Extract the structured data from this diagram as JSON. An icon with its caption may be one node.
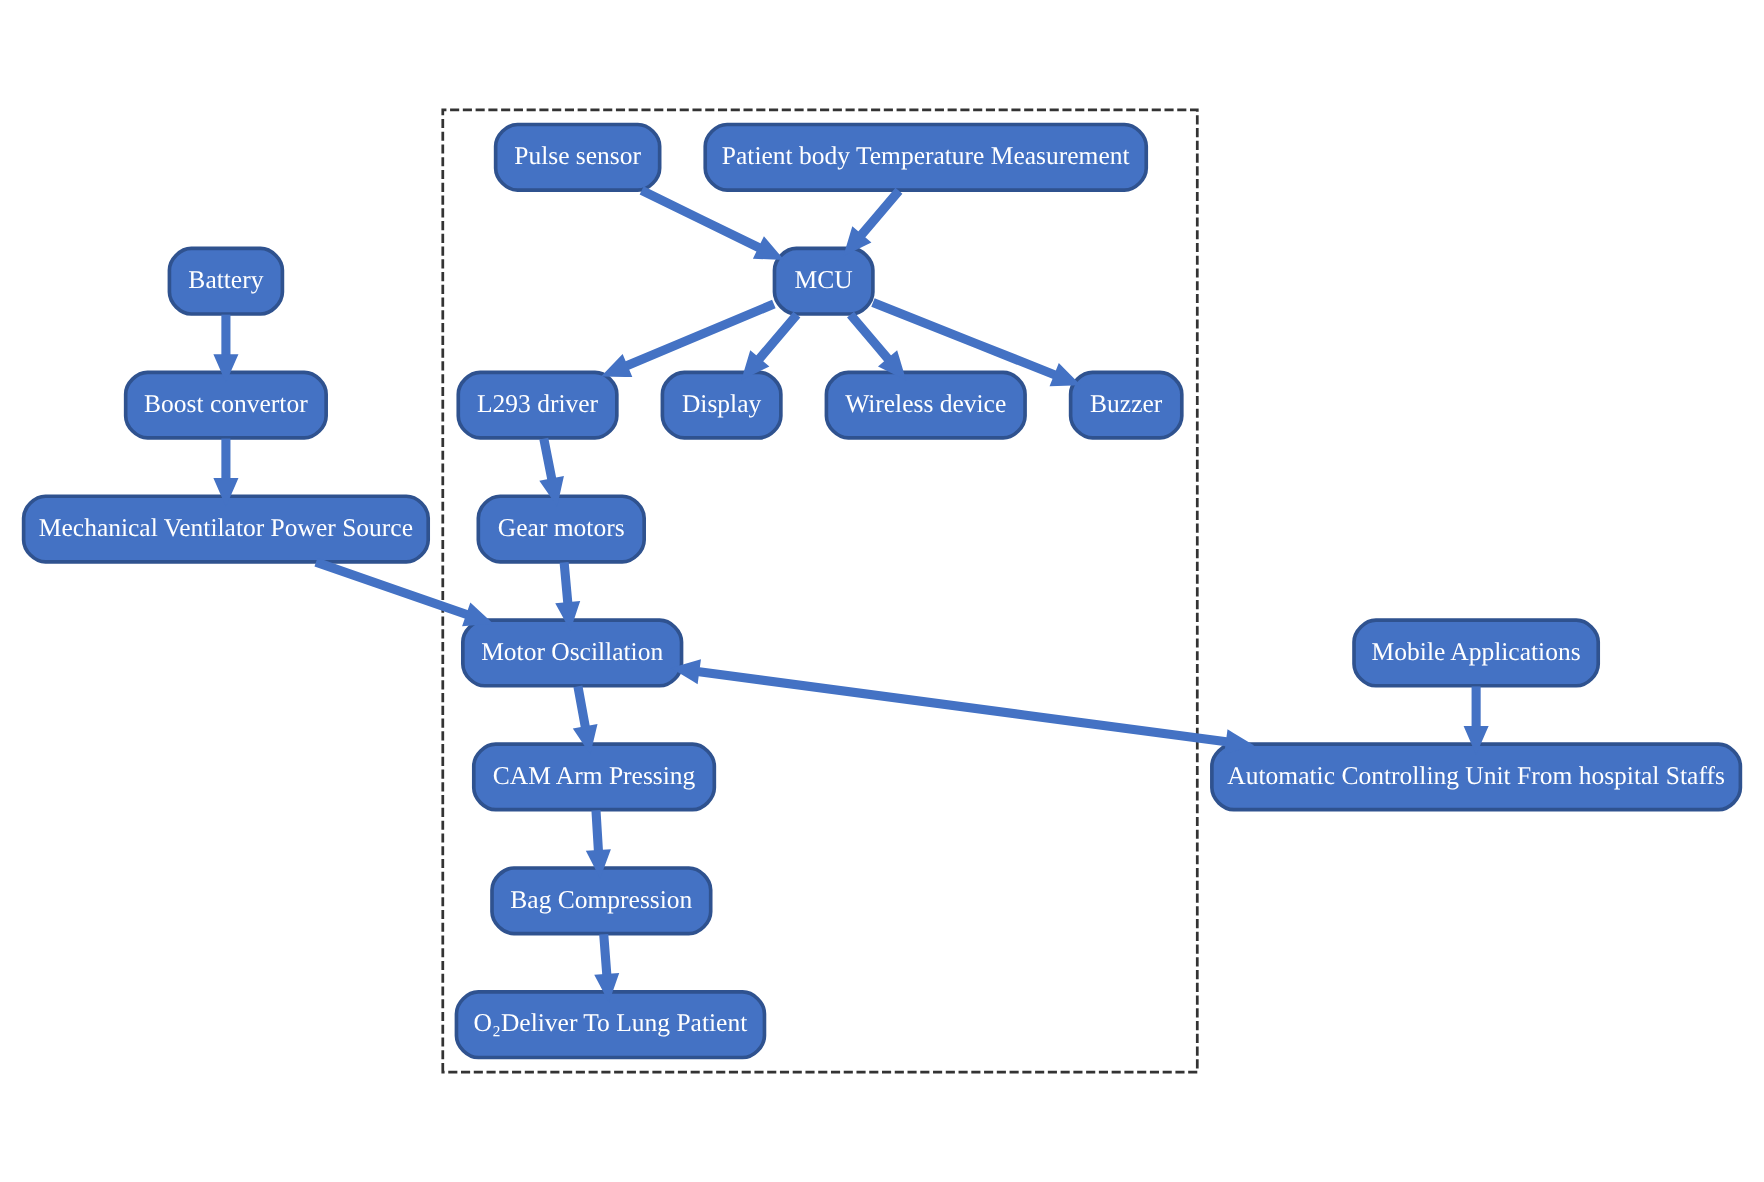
{
  "diagram": {
    "nodes": [
      {
        "text": [
          "Battery"
        ]
      },
      {
        "text": [
          "Boost convertor"
        ]
      },
      {
        "text": [
          "Mechanical Ventilator Power Source"
        ]
      },
      {
        "text": [],
        "shape": "box"
      },
      {
        "text": [
          "Motor Oscillation"
        ],
        "in": 3
      },
      {
        "text": [
          "CAM Arm Pressing"
        ],
        "in": 3
      },
      {
        "text": [
          "Bag Compression"
        ],
        "in": 3
      },
      {
        "text": [
          "O₂Deliver To Lung Patient"
        ],
        "in": 3
      },
      {
        "text": [
          "Patient body Temperature Measurement"
        ],
        "in": 3
      },
      {
        "text": [
          "L293 driver"
        ],
        "in": 3
      },
      {
        "text": [
          "Gear motors"
        ],
        "in": 3
      },
      {
        "text": [
          "MCU"
        ],
        "in": 3
      },
      {
        "text": [
          "Display"
        ],
        "in": 3
      },
      {
        "text": [
          "Wireless device"
        ],
        "in": 3
      },
      {
        "text": [
          "Pulse sensor"
        ],
        "in": 3
      },
      {
        "text": [
          "Buzzer"
        ],
        "in": 3
      },
      {
        "text": [
          "Automatic Controlling Unit From hospital Staffs"
        ]
      },
      {
        "text": [
          "Mobile Applications"
        ]
      }
    ],
    "edges": [
      {
        "from": 0,
        "to": 1,
        "arrow": "to"
      },
      {
        "from": 1,
        "to": 2,
        "arrow": "to"
      },
      {
        "from": 2,
        "to": 4,
        "arrow": "to"
      },
      {
        "from": 4,
        "to": 5,
        "arrow": "to"
      },
      {
        "from": 5,
        "to": 6,
        "arrow": "to"
      },
      {
        "from": 6,
        "to": 7,
        "arrow": "to"
      },
      {
        "from": 10,
        "to": 4,
        "arrow": "to"
      },
      {
        "from": 9,
        "to": 10,
        "arrow": "to"
      },
      {
        "from": 11,
        "to": 9,
        "arrow": "to"
      },
      {
        "from": 8,
        "to": 11,
        "arrow": "to"
      },
      {
        "from": 11,
        "to": 12,
        "arrow": "to"
      },
      {
        "from": 11,
        "to": 13,
        "arrow": "to"
      },
      {
        "from": 14,
        "to": 11,
        "arrow": "to"
      },
      {
        "from": 11,
        "to": 15,
        "arrow": "to"
      },
      {
        "from": 4,
        "to": 16,
        "arrow": "both"
      },
      {
        "from": 17,
        "to": 16,
        "arrow": "to"
      }
    ]
  }
}
